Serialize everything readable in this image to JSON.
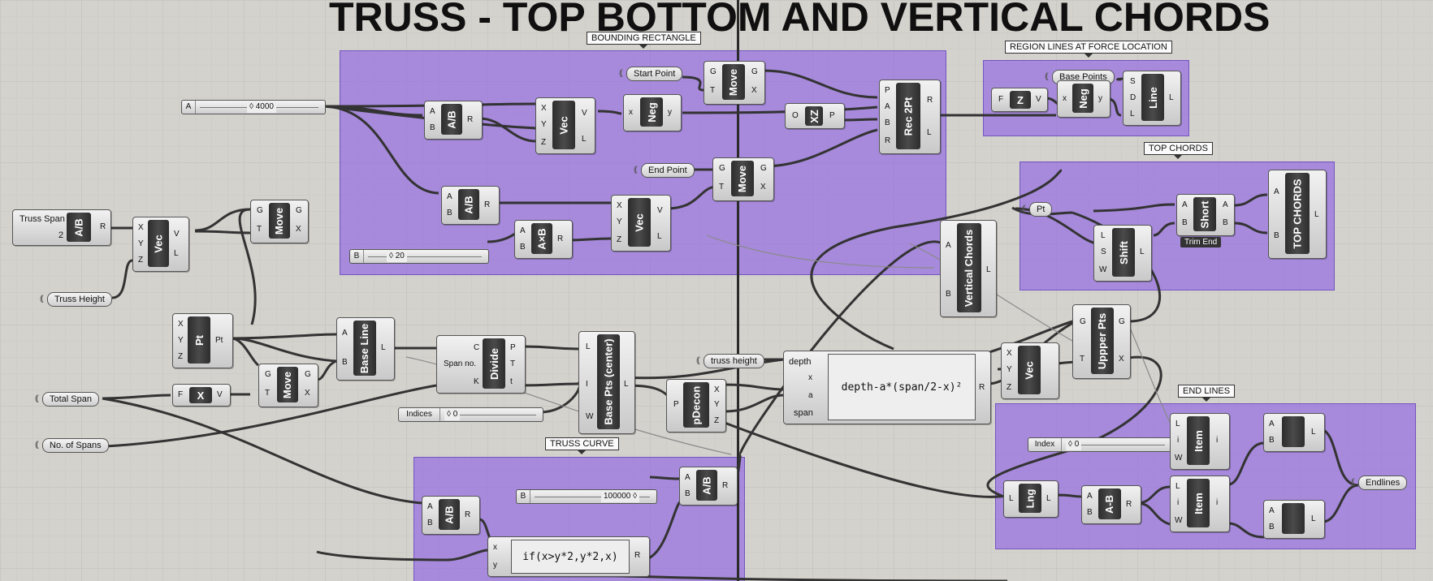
{
  "title": "TRUSS - TOP BOTTOM AND VERTICAL CHORDS",
  "groups": {
    "bounding": "BOUNDING RECTANGLE",
    "region": "REGION LINES AT FORCE LOCATION",
    "top": "TOP CHORDS",
    "end": "END LINES",
    "curve": "TRUSS CURVE"
  },
  "params": {
    "truss_span": "Truss Span",
    "truss_span_val": "2",
    "truss_height": "Truss Height",
    "total_span": "Total Span",
    "no_spans": "No. of Spans",
    "start_point": "Start Point",
    "end_point": "End Point",
    "base_points": "Base Points",
    "truss_height_param": "truss height",
    "pt": "Pt",
    "endlines": "Endlines"
  },
  "sliders": {
    "a": {
      "label": "A",
      "value": "◊ 4000"
    },
    "b": {
      "label": "B",
      "value": "◊ 20"
    },
    "b2": {
      "label": "B",
      "value": "100000 ◊"
    },
    "indices": {
      "label": "Indices",
      "value": "◊ 0"
    },
    "index": {
      "label": "Index",
      "value": "◊ 0"
    }
  },
  "components": {
    "ab": "A/B",
    "vec": "Vec",
    "move": "Move",
    "pt": "Pt",
    "x": "X",
    "baseline": "Base Line",
    "divide": "Divide",
    "basepts": "Base Pts (center)",
    "neg": "Neg",
    "xz": "XZ",
    "rec2pt": "Rec 2Pt",
    "axb": "A×B",
    "z": "Z",
    "line": "Line",
    "vchords": "Vertical Chords",
    "short": "Short",
    "trimend": "Trim End",
    "shift": "Shift",
    "topchords": "TOP CHORDS",
    "upperpts": "Uppper Pts",
    "pdecon": "pDecon",
    "item": "Item",
    "lng": "Lng",
    "amb": "A-B"
  },
  "pins": {
    "A": "A",
    "B": "B",
    "R": "R",
    "X": "X",
    "Y": "Y",
    "Z": "Z",
    "V": "V",
    "L": "L",
    "G": "G",
    "T": "T",
    "F": "F",
    "C": "C",
    "K": "K",
    "P": "P",
    "t": "t",
    "I": "I",
    "W": "W",
    "S": "S",
    "D": "D",
    "O": "O",
    "x": "x",
    "y": "y",
    "i": "i",
    "a": "a",
    "span_no": "Span no.",
    "depth": "depth",
    "span": "span",
    "PtOut": "Pt"
  },
  "expressions": {
    "depth": "depth-a*(span/2-x)²",
    "ifx": "if(x>y*2,y*2,x)"
  }
}
